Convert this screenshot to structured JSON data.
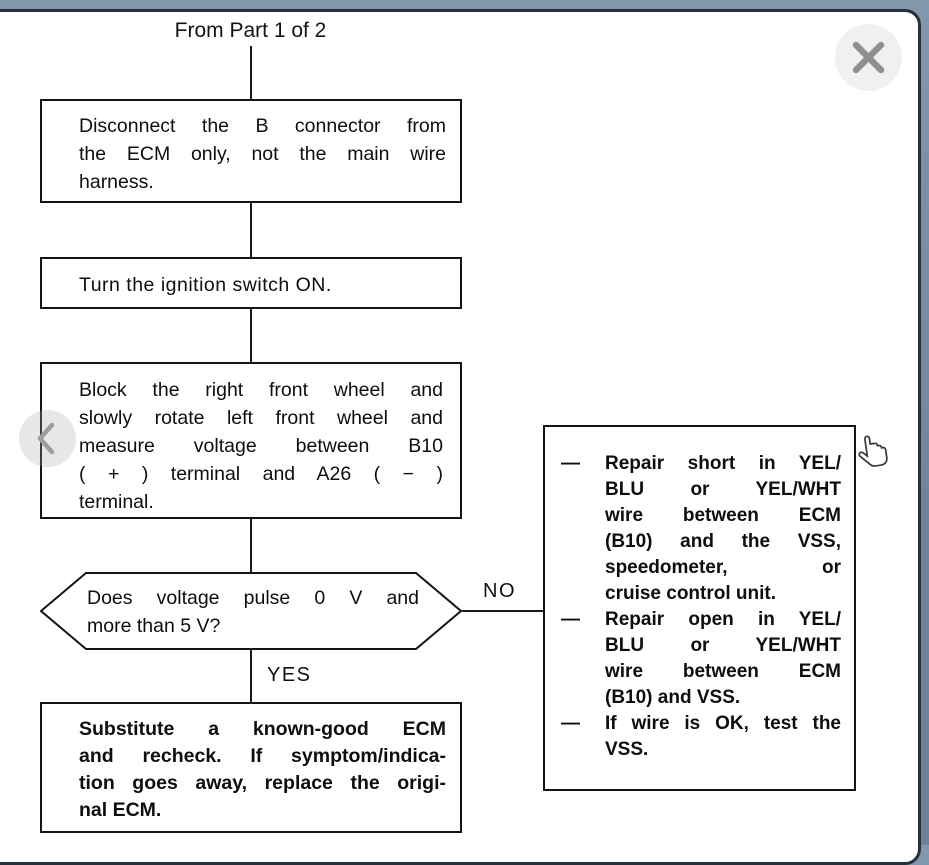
{
  "viewer": {
    "close_icon": "close",
    "back_icon": "chevron-left",
    "cursor_icon": "hand-pointer"
  },
  "flowchart": {
    "from_label": "From Part 1 of 2",
    "yes_label": "YES",
    "no_label": "NO",
    "step1": {
      "lines": [
        "Disconnect the B connector from",
        "the ECM only, not the main wire",
        "harness."
      ]
    },
    "step2": {
      "text": "Turn the ignition switch ON."
    },
    "step3": {
      "lines": [
        "Block the right front wheel and",
        "slowly rotate left front wheel and",
        "measure voltage between B10",
        "( + ) terminal and A26 ( − )",
        "terminal."
      ]
    },
    "decision": {
      "lines": [
        "Does voltage pulse 0 V and",
        "more than 5 V?"
      ]
    },
    "result_yes": {
      "lines": [
        "Substitute a known-good ECM",
        "and recheck. If symptom/indica-",
        "tion goes away, replace the origi-",
        "nal ECM."
      ]
    },
    "result_no": {
      "bullets": [
        {
          "dash": "—",
          "lines": [
            "Repair short in YEL/",
            "BLU or YEL/WHT",
            "wire between ECM",
            "(B10) and the VSS,",
            "speedometer, or",
            "cruise control unit."
          ]
        },
        {
          "dash": "—",
          "lines": [
            "Repair open in YEL/",
            "BLU or YEL/WHT",
            "wire between ECM",
            "(B10) and VSS."
          ]
        },
        {
          "dash": "—",
          "lines": [
            "If wire is OK, test the",
            "VSS."
          ]
        }
      ]
    }
  },
  "colors": {
    "background": "#7487a0",
    "card_border": "#25303c",
    "line": "#1a1a1a",
    "close_glyph": "#8f8f8f"
  }
}
